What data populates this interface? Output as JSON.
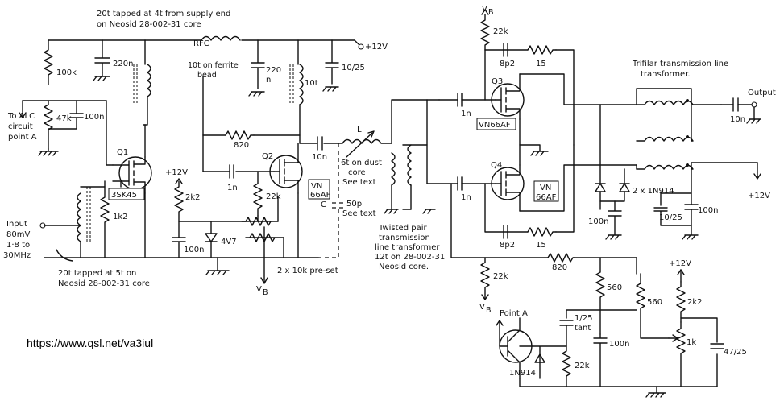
{
  "watermark": "https://www.qsl.net/va3iul",
  "labels": {
    "l1_top": "20t tapped at 4t from supply end",
    "l1_top2": "on Neosid 28-002-31 core",
    "rfc": "RFC",
    "rfc_note1": "10t on ferrite",
    "rfc_note2": "bead",
    "supply12": "+12V",
    "c220n_a": "220n",
    "r100k": "100k",
    "c220n_b": "220",
    "c220n_b2": "n",
    "ind10t": "10t",
    "c1025_a": "10/25",
    "alc1": "To ALC",
    "alc2": "circuit",
    "alc3": "point A",
    "r47k": "47k",
    "c100n_a": "100n",
    "q1": "Q1",
    "q1_type": "3SK45",
    "r820_a": "820",
    "plus12_a": "+12V",
    "r2k2_a": "2k2",
    "c1n_a": "1n",
    "q2": "Q2",
    "r22k_a": "22k",
    "q2_type1": "VN",
    "q2_type2": "66AF",
    "c10n_a": "10n",
    "l_label": "L",
    "l_note1": "6t on dust",
    "l_note2": "core",
    "l_note3": "See text",
    "c50p1": "C",
    "c50p2": "50p",
    "c50p3": "See text",
    "input1": "Input",
    "input2": "80mV",
    "input3": "1·8 to",
    "input4": "30MHz",
    "r1k2": "1k2",
    "c100n_b": "100n",
    "z4v7": "4V7",
    "preset": "2 x 10k pre-set",
    "vb_a": "V",
    "vb_sub": "B",
    "l2_note1": "20t tapped at 5t on",
    "l2_note2": "Neosid 28-002-31 core",
    "tp1": "Twisted pair",
    "tp2": "transmission",
    "tp3": "line transformer",
    "tp4": "12t on 28-002-31",
    "tp5": "Neosid core.",
    "vb_top": "V",
    "r22k_top": "22k",
    "c8p2_a": "8p2",
    "r15_a": "15",
    "q3": "Q3",
    "c1n_b": "1n",
    "q3_type": "VN66AF",
    "q4": "Q4",
    "c1n_c": "1n",
    "q4_type1": "VN",
    "q4_type2": "66AF",
    "c8p2_b": "8p2",
    "r15_b": "15",
    "r820_b": "820",
    "r22k_bot": "22k",
    "vb_bot": "V",
    "trif1": "Trifilar transmission line",
    "trif2": "transformer.",
    "c10n_out": "10n",
    "output": "Output",
    "plus12_b": "+12V",
    "diodes": "2 x 1N914",
    "c100n_c": "100n",
    "c1025_b": "10/25",
    "c100n_d": "100n",
    "plus12_c": "+12V",
    "r560_a": "560",
    "r560_b": "560",
    "r2k2_b": "2k2",
    "pointa": "Point A",
    "c125_1": "1/25",
    "c125_2": "tant",
    "c100n_e": "100n",
    "r1k": "1k",
    "c4725": "47/25",
    "r22k_c": "22k",
    "d1n914": "1N914"
  }
}
